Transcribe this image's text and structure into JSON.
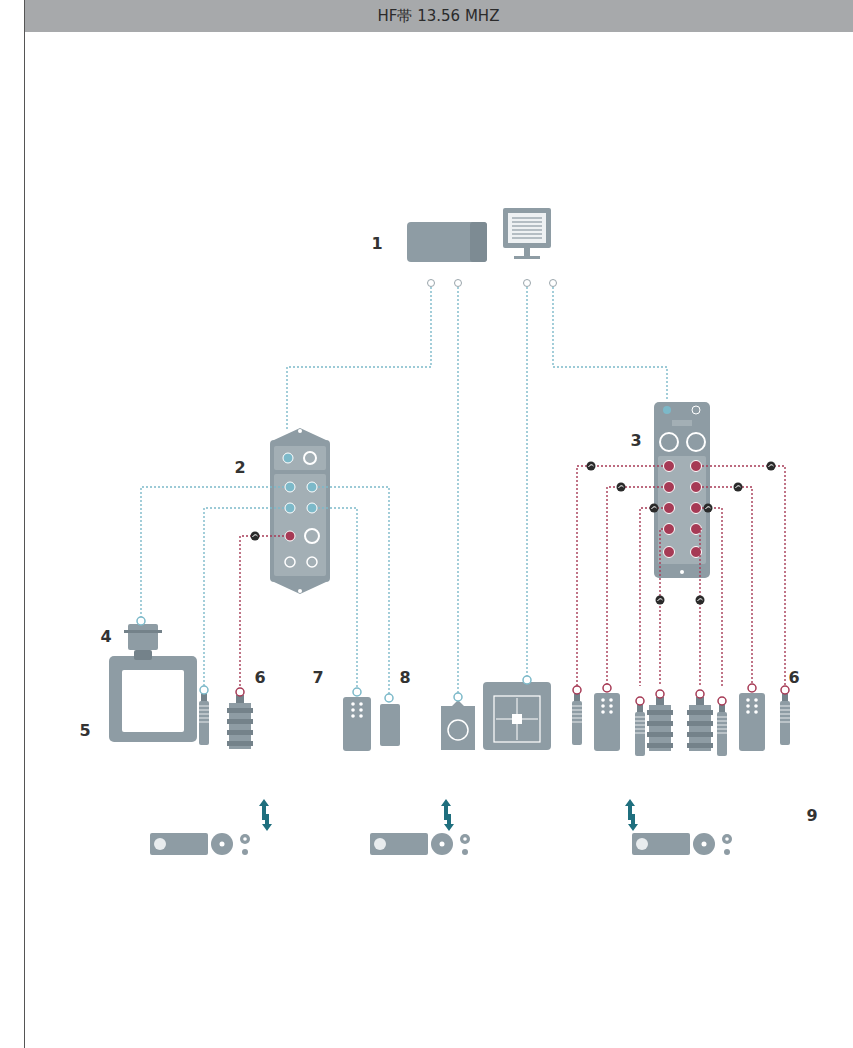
{
  "diagram": {
    "title": "HF帯 13.56 MHZ",
    "labels": [
      "1",
      "2",
      "3",
      "4",
      "6",
      "7",
      "8",
      "6",
      "5",
      "9"
    ]
  }
}
